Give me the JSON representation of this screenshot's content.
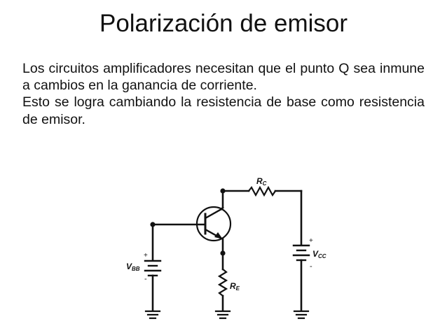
{
  "slide": {
    "title": "Polarización de emisor",
    "paragraphs": [
      "Los circuitos amplificadores necesitan que el punto Q sea inmune a cambios en la ganancia de corriente.",
      "Esto se logra cambiando la resistencia de base como resistencia de emisor."
    ]
  },
  "circuit": {
    "components": {
      "transistor": "NPN BJT",
      "collector_resistor": {
        "label": "R",
        "subscript": "C"
      },
      "emitter_resistor": {
        "label": "R",
        "subscript": "E"
      },
      "collector_supply": {
        "label": "V",
        "subscript": "CC",
        "plus": "+",
        "minus": "-"
      },
      "base_supply": {
        "label": "V",
        "subscript": "BB",
        "plus": "+",
        "minus": "-"
      }
    }
  }
}
